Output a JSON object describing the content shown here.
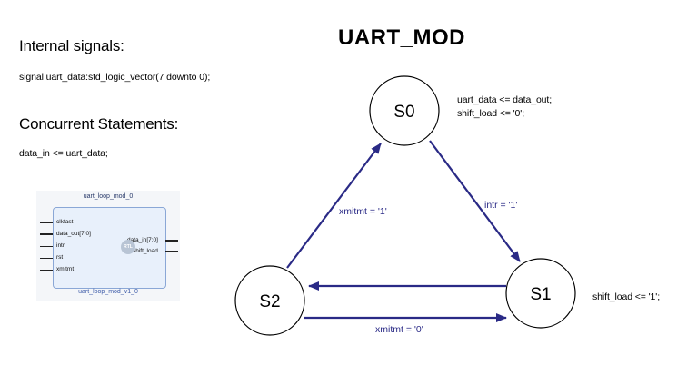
{
  "title": "UART_MOD",
  "internal_signals": {
    "heading": "Internal signals:",
    "code": "signal uart_data:std_logic_vector(7 downto 0);"
  },
  "concurrent": {
    "heading": "Concurrent Statements:",
    "code": "data_in <= uart_data;"
  },
  "rtl_block": {
    "instance_name": "uart_loop_mod_0",
    "module_name": "uart_loop_mod_v1_0",
    "badge": "RTL",
    "inputs": [
      "clkfast",
      "data_out[7:0]",
      "intr",
      "rst",
      "xmitmt"
    ],
    "outputs": [
      "data_in[7:0]",
      "shift_load"
    ]
  },
  "states": {
    "s0": "S0",
    "s1": "S1",
    "s2": "S2"
  },
  "state_actions": {
    "s0_line1": "uart_data <= data_out;",
    "s0_line2": "shift_load <= '0';",
    "s1": "shift_load <= '1';"
  },
  "transitions": {
    "s0_to_s1": "intr = '1'",
    "s2_to_s0": "xmitmt = '1'",
    "s2_to_s1": "xmitmt = '0'"
  },
  "colors": {
    "arrow": "#2a2a86",
    "state_stroke": "#000000",
    "rtl_box_border": "#8aa7d6",
    "rtl_box_fill": "#e8f0fb"
  }
}
